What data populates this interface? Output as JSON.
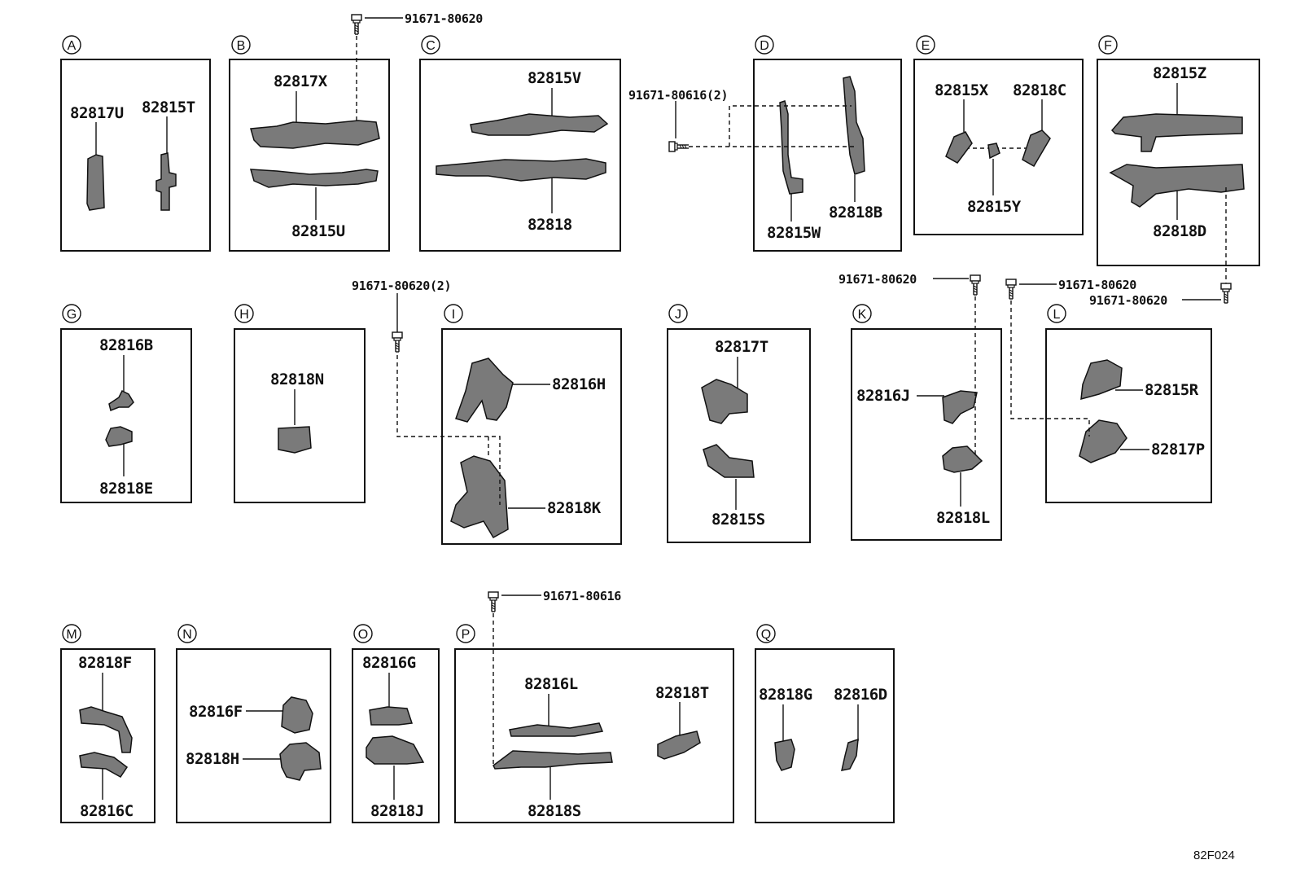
{
  "groups": {
    "A": {
      "letter": "A",
      "parts": [
        "82817U",
        "82815T"
      ]
    },
    "B": {
      "letter": "B",
      "parts": [
        "82817X",
        "82815U"
      ]
    },
    "C": {
      "letter": "C",
      "parts": [
        "82815V",
        "82818"
      ]
    },
    "D": {
      "letter": "D",
      "parts": [
        "82818B",
        "82815W"
      ]
    },
    "E": {
      "letter": "E",
      "parts": [
        "82815X",
        "82818C",
        "82815Y"
      ]
    },
    "F": {
      "letter": "F",
      "parts": [
        "82815Z",
        "82818D"
      ]
    },
    "G": {
      "letter": "G",
      "parts": [
        "82816B",
        "82818E"
      ]
    },
    "H": {
      "letter": "H",
      "parts": [
        "82818N"
      ]
    },
    "I": {
      "letter": "I",
      "parts": [
        "82816H",
        "82818K"
      ]
    },
    "J": {
      "letter": "J",
      "parts": [
        "82817T",
        "82815S"
      ]
    },
    "K": {
      "letter": "K",
      "parts": [
        "82816J",
        "82818L"
      ]
    },
    "L": {
      "letter": "L",
      "parts": [
        "82815R",
        "82817P"
      ]
    },
    "M": {
      "letter": "M",
      "parts": [
        "82818F",
        "82816C"
      ]
    },
    "N": {
      "letter": "N",
      "parts": [
        "82816F",
        "82818H"
      ]
    },
    "O": {
      "letter": "O",
      "parts": [
        "82816G",
        "82818J"
      ]
    },
    "P": {
      "letter": "P",
      "parts": [
        "82816L",
        "82818T",
        "82818S"
      ]
    },
    "Q": {
      "letter": "Q",
      "parts": [
        "82818G",
        "82816D"
      ]
    }
  },
  "fasteners": {
    "b": "91671-80620",
    "d": "91671-80616(2)",
    "i": "91671-80620(2)",
    "k": "91671-80620",
    "l": "91671-80620",
    "f": "91671-80620",
    "p": "91671-80616"
  },
  "diagram_code": "82F024"
}
